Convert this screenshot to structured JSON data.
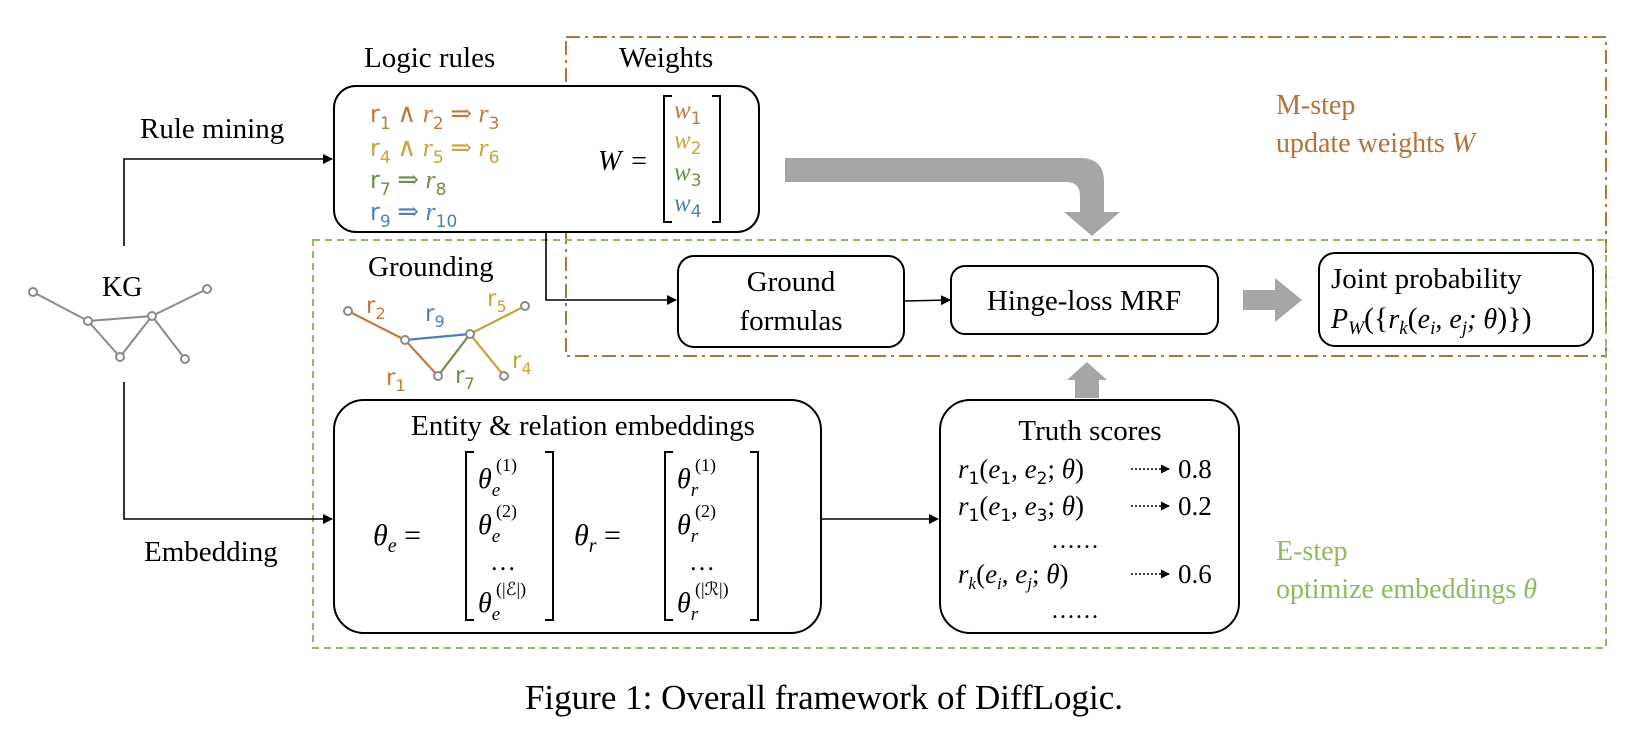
{
  "colors": {
    "m_step": "#b5713a",
    "e_step": "#8fba5f",
    "rule1": "#c07a3e",
    "rule2": "#c7a53a",
    "rule3": "#6c8e47",
    "rule4": "#4f7fb3",
    "arrow_gray": "#a6a6a6",
    "graph_gray": "#8a8a8a"
  },
  "labels": {
    "rule_mining": "Rule mining",
    "kg": "KG",
    "embedding": "Embedding",
    "logic_rules": "Logic rules",
    "weights": "Weights",
    "grounding": "Grounding",
    "m_step": "M-step",
    "m_step_desc": "update weights ",
    "m_step_var": "W",
    "e_step": "E-step",
    "e_step_desc": "optimize embeddings ",
    "e_step_var": "θ"
  },
  "rules": [
    {
      "l1": "r",
      "s1": "1",
      "op": " ∧ ",
      "l2": "r",
      "s2": "2",
      "imp": " ⇒ ",
      "l3": "r",
      "s3": "3"
    },
    {
      "l1": "r",
      "s1": "4",
      "op": " ∧ ",
      "l2": "r",
      "s2": "5",
      "imp": " ⇒ ",
      "l3": "r",
      "s3": "6"
    },
    {
      "l1": "r",
      "s1": "7",
      "op": "",
      "l2": "",
      "s2": "",
      "imp": " ⇒ ",
      "l3": "r",
      "s3": "8"
    },
    {
      "l1": "r",
      "s1": "9",
      "op": "",
      "l2": "",
      "s2": "",
      "imp": " ⇒ ",
      "l3": "r",
      "s3": "10"
    }
  ],
  "weights_matrix": {
    "lhs": "W",
    "eq": "=",
    "entries": [
      {
        "b": "w",
        "s": "1"
      },
      {
        "b": "w",
        "s": "2"
      },
      {
        "b": "w",
        "s": "3"
      },
      {
        "b": "w",
        "s": "4"
      }
    ]
  },
  "grounding_graph": {
    "labels": [
      {
        "b": "r",
        "s": "2"
      },
      {
        "b": "r",
        "s": "9"
      },
      {
        "b": "r",
        "s": "5"
      },
      {
        "b": "r",
        "s": "1"
      },
      {
        "b": "r",
        "s": "7"
      },
      {
        "b": "r",
        "s": "4"
      }
    ]
  },
  "ground_formulas": {
    "line1": "Ground",
    "line2": "formulas"
  },
  "mrf": {
    "label": "Hinge-loss MRF"
  },
  "joint": {
    "title": "Joint probability",
    "p": "P",
    "p_sub": "W",
    "expr_open": "({",
    "r": "r",
    "r_sub": "k",
    "args_open": "(",
    "e1": "e",
    "e1_sub": "i",
    "comma": ", ",
    "e2": "e",
    "e2_sub": "j",
    "semi": "; θ",
    "args_close": ")",
    "expr_close": "})"
  },
  "embeddings": {
    "title": "Entity & relation embeddings",
    "theta_e": {
      "b": "θ",
      "s": "e",
      "eq": "="
    },
    "theta_r": {
      "b": "θ",
      "s": "r",
      "eq": "="
    },
    "e_entries": [
      {
        "b": "θ",
        "sub": "e",
        "sup": "(1)"
      },
      {
        "b": "θ",
        "sub": "e",
        "sup": "(2)"
      },
      {
        "dots": "…"
      },
      {
        "b": "θ",
        "sub": "e",
        "sup": "(|ℰ|)"
      }
    ],
    "r_entries": [
      {
        "b": "θ",
        "sub": "r",
        "sup": "(1)"
      },
      {
        "b": "θ",
        "sub": "r",
        "sup": "(2)"
      },
      {
        "dots": "…"
      },
      {
        "b": "θ",
        "sub": "r",
        "sup": "(|ℛ|)"
      }
    ]
  },
  "truth_scores": {
    "title": "Truth scores",
    "rows": [
      {
        "r": "r",
        "rs": "1",
        "a": "e",
        "as": "1",
        "b": "e",
        "bs": "2",
        "value": "0.8"
      },
      {
        "r": "r",
        "rs": "1",
        "a": "e",
        "as": "1",
        "b": "e",
        "bs": "3",
        "value": "0.2"
      },
      {
        "dots": "……"
      },
      {
        "r": "r",
        "rs": "k",
        "a": "e",
        "as": "i",
        "b": "e",
        "bs": "j",
        "value": "0.6"
      },
      {
        "dots": "……"
      }
    ]
  },
  "caption": "Figure 1: Overall framework of DiffLogic."
}
